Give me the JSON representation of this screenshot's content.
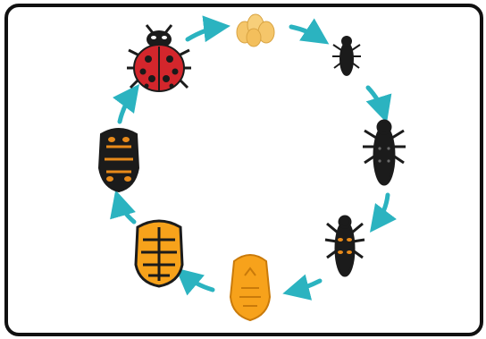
{
  "diagram": {
    "subject": "ladybug-life-cycle",
    "stages": [
      {
        "name": "eggs",
        "icon": "eggs-icon"
      },
      {
        "name": "young-larva",
        "icon": "young-larva-icon"
      },
      {
        "name": "larva",
        "icon": "larva-icon"
      },
      {
        "name": "late-larva",
        "icon": "late-larva-icon"
      },
      {
        "name": "pupa",
        "icon": "pupa-icon"
      },
      {
        "name": "mature-pupa",
        "icon": "mature-pupa-icon"
      },
      {
        "name": "dark-pupa",
        "icon": "dark-pupa-icon"
      },
      {
        "name": "adult-ladybug",
        "icon": "ladybug-icon"
      }
    ],
    "colors": {
      "frame": "#111111",
      "arrow": "#2bb3c0",
      "egg": "#f5c66a",
      "larva": "#1b1b1b",
      "larva_spots": "#e88a1a",
      "pupa": "#f7a21b",
      "ladybug_shell": "#d3262c",
      "ladybug_spots": "#1a1a1a"
    }
  }
}
